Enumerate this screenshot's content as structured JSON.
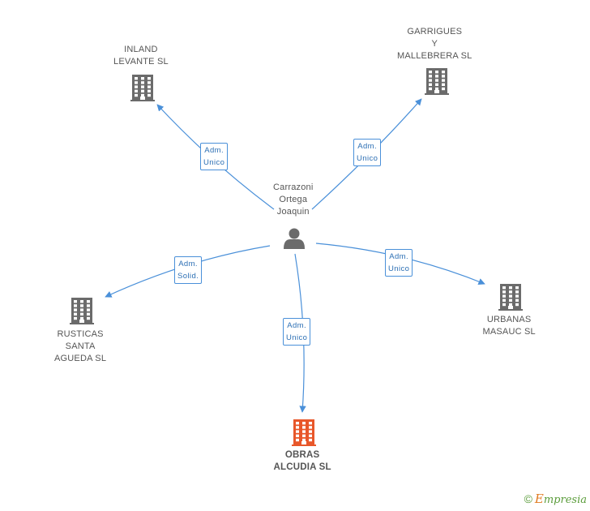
{
  "colors": {
    "edge": "#4a90d9",
    "company_icon": "#6b6b6b",
    "focus_icon": "#e8572a",
    "person_icon": "#6b6b6b"
  },
  "person": {
    "lines": [
      "Carrazoni",
      "Ortega",
      "Joaquin"
    ],
    "icon": "person-icon"
  },
  "companies": [
    {
      "id": "inland",
      "lines": [
        "INLAND",
        "LEVANTE SL"
      ],
      "icon": "building-icon"
    },
    {
      "id": "garrigues",
      "lines": [
        "GARRIGUES",
        "Y",
        "MALLEBRERA SL"
      ],
      "icon": "building-icon"
    },
    {
      "id": "rusticas",
      "lines": [
        "RUSTICAS",
        "SANTA",
        "AGUEDA SL"
      ],
      "icon": "building-icon"
    },
    {
      "id": "urbanas",
      "lines": [
        "URBANAS",
        "MASAUC SL"
      ],
      "icon": "building-icon"
    },
    {
      "id": "obras",
      "lines": [
        "OBRAS",
        "ALCUDIA SL"
      ],
      "icon": "building-icon",
      "focus": true
    }
  ],
  "edges": [
    {
      "to": "inland",
      "label": [
        "Adm.",
        "Unico"
      ]
    },
    {
      "to": "garrigues",
      "label": [
        "Adm.",
        "Unico"
      ]
    },
    {
      "to": "rusticas",
      "label": [
        "Adm.",
        "Solid."
      ]
    },
    {
      "to": "urbanas",
      "label": [
        "Adm.",
        "Unico"
      ]
    },
    {
      "to": "obras",
      "label": [
        "Adm.",
        "Unico"
      ]
    }
  ],
  "footer": {
    "copyright": "©",
    "brand_first": "E",
    "brand_rest": "mpresia"
  }
}
